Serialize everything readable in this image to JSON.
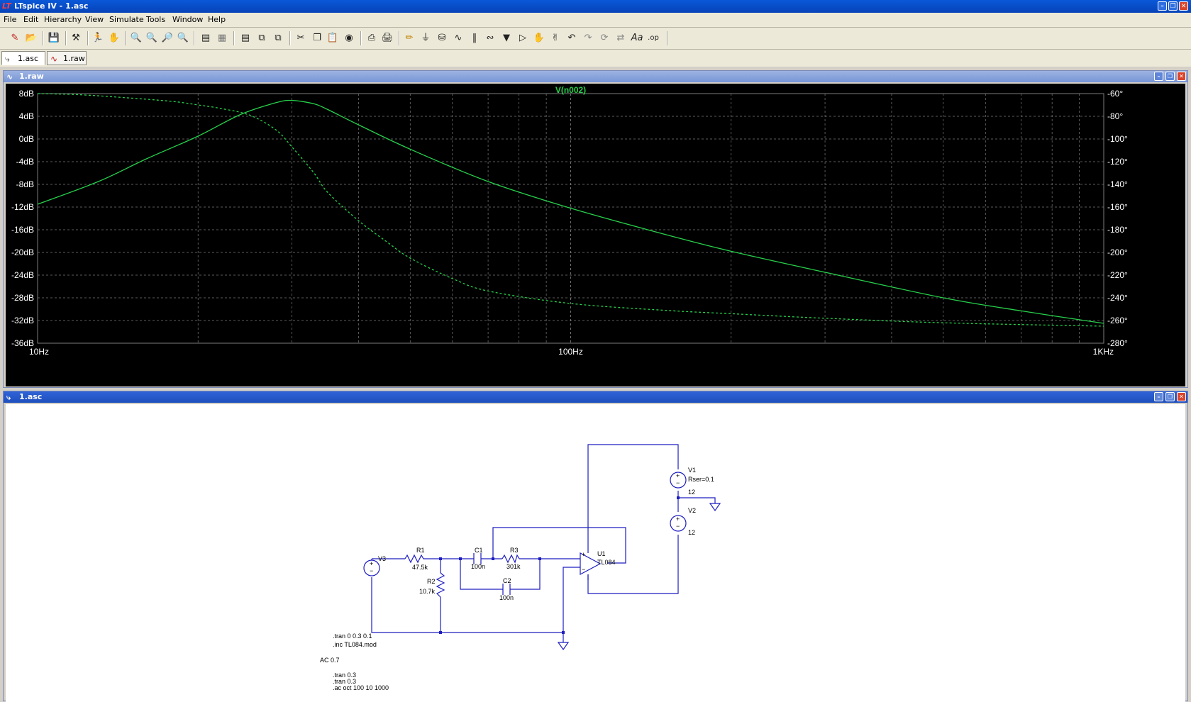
{
  "app": {
    "title": "LTspice IV - 1.asc",
    "window_buttons": [
      "minimize-icon",
      "restore-icon",
      "close-icon"
    ]
  },
  "menu": [
    "File",
    "Edit",
    "Hierarchy",
    "View",
    "Simulate",
    "Tools",
    "Window",
    "Help"
  ],
  "toolbar_icons": [
    "new-schematic-icon",
    "open-icon",
    "save-icon",
    "control-panel-icon",
    "run-icon",
    "pan-icon",
    "zoom-in-icon",
    "zoom-box-icon",
    "zoom-out-icon",
    "zoom-fit-icon",
    "autorange-icon",
    "grid-icon",
    "tile-horizontal-icon",
    "cascade-icon",
    "tile-icon",
    "cut-icon",
    "copy-icon",
    "paste-icon",
    "find-icon",
    "print-setup-icon",
    "print-icon",
    "wire-icon",
    "ground-icon",
    "label-icon",
    "resistor-icon",
    "capacitor-icon",
    "inductor-icon",
    "diode-icon",
    "component-icon",
    "move-icon",
    "drag-icon",
    "undo-icon",
    "redo-icon",
    "rotate-icon",
    "mirror-icon",
    "text-icon",
    "spice-directive-icon"
  ],
  "tabs": [
    {
      "label": "1.asc",
      "icon": "schematic-icon",
      "active": true
    },
    {
      "label": "1.raw",
      "icon": "waveform-icon",
      "active": false
    }
  ],
  "plot_window": {
    "title": "1.raw",
    "trace_name": "V(n002)"
  },
  "schematic_window": {
    "title": "1.asc"
  },
  "colors": {
    "trace": "#27d04b",
    "plot_bg": "#000000",
    "grid": "#7c7c7c",
    "wire": "#1d1dc0",
    "axis_text": "#ffffff"
  },
  "chart_data": {
    "type": "line",
    "title": "V(n002)",
    "x_scale": "log",
    "xlim": [
      10,
      1000
    ],
    "x_ticks": [
      "10Hz",
      "100Hz",
      "1KHz"
    ],
    "y_left_ticks": [
      "8dB",
      "4dB",
      "0dB",
      "-4dB",
      "-8dB",
      "-12dB",
      "-16dB",
      "-20dB",
      "-24dB",
      "-28dB",
      "-32dB",
      "-36dB"
    ],
    "y_left_lim": [
      -36,
      8
    ],
    "y_right_ticks": [
      "-60°",
      "-80°",
      "-100°",
      "-120°",
      "-140°",
      "-160°",
      "-180°",
      "-200°",
      "-220°",
      "-240°",
      "-260°",
      "-280°"
    ],
    "y_right_lim": [
      -280,
      -60
    ],
    "grid": true,
    "series": [
      {
        "name": "V(n002)",
        "kind": "magnitude_dB",
        "style": "solid",
        "x": [
          10,
          13,
          16,
          20,
          24,
          28,
          30,
          33,
          35,
          40,
          50,
          70,
          100,
          150,
          200,
          300,
          500,
          700,
          1000
        ],
        "y": [
          -11.5,
          -7.5,
          -3.5,
          0.5,
          4.3,
          6.4,
          6.8,
          6.2,
          5.2,
          2.5,
          -1.8,
          -7.5,
          -12.2,
          -16.8,
          -19.8,
          -23.5,
          -28,
          -30.3,
          -32.5
        ]
      },
      {
        "name": "V(n002)",
        "kind": "phase_deg",
        "style": "dashed",
        "x": [
          10,
          12,
          15,
          18,
          20,
          22,
          25,
          28,
          30,
          33,
          35,
          40,
          45,
          50,
          60,
          70,
          100,
          150,
          200,
          300,
          500,
          1000
        ],
        "y": [
          -60,
          -61,
          -64,
          -67,
          -70,
          -73,
          -79,
          -92,
          -107,
          -130,
          -147,
          -172,
          -190,
          -205,
          -223,
          -234,
          -245,
          -251,
          -254,
          -258,
          -262,
          -265
        ]
      }
    ]
  },
  "schematic": {
    "components": [
      {
        "ref": "V1",
        "value": "Rser=0.1"
      },
      {
        "ref": "",
        "value": "12"
      },
      {
        "ref": "V2",
        "value": "12"
      },
      {
        "ref": "V3",
        "value": ""
      },
      {
        "ref": "R1",
        "value": "47.5k"
      },
      {
        "ref": "R2",
        "value": "10.7k"
      },
      {
        "ref": "C1",
        "value": "100n"
      },
      {
        "ref": "R3",
        "value": "301k"
      },
      {
        "ref": "C2",
        "value": "100n"
      },
      {
        "ref": "U1",
        "value": "TL084"
      }
    ],
    "directives": [
      ".tran 0 0.3 0.1",
      ".inc TL084.mod",
      "AC 0.7",
      ".tran 0.3",
      ".tran 0.3",
      ".ac oct 100 10 1000"
    ]
  }
}
